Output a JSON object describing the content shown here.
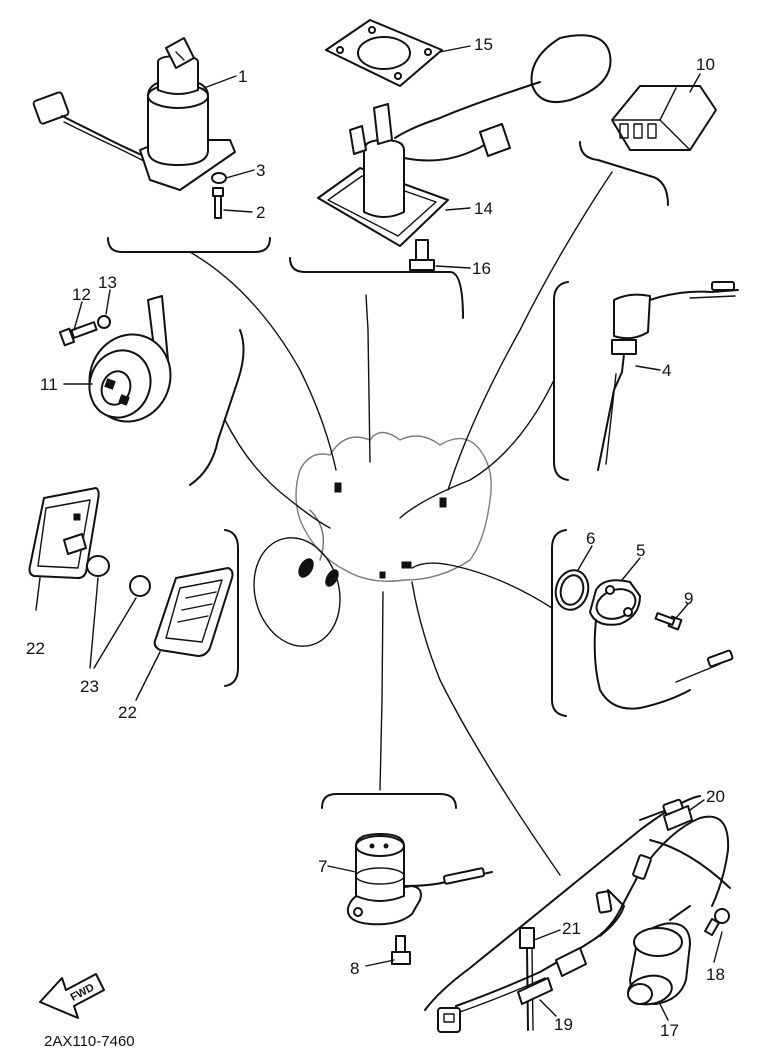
{
  "drawing_code": "2AX110-7460",
  "fwd_label": "FWD",
  "callouts": {
    "c1": "1",
    "c2": "2",
    "c3": "3",
    "c4": "4",
    "c5": "5",
    "c6": "6",
    "c7": "7",
    "c8": "8",
    "c9": "9",
    "c10": "10",
    "c11": "11",
    "c12": "12",
    "c13": "13",
    "c14": "14",
    "c15": "15",
    "c16": "16",
    "c17": "17",
    "c18": "18",
    "c19": "19",
    "c20": "20",
    "c21": "21",
    "c22a": "22",
    "c22b": "22",
    "c23": "23"
  }
}
